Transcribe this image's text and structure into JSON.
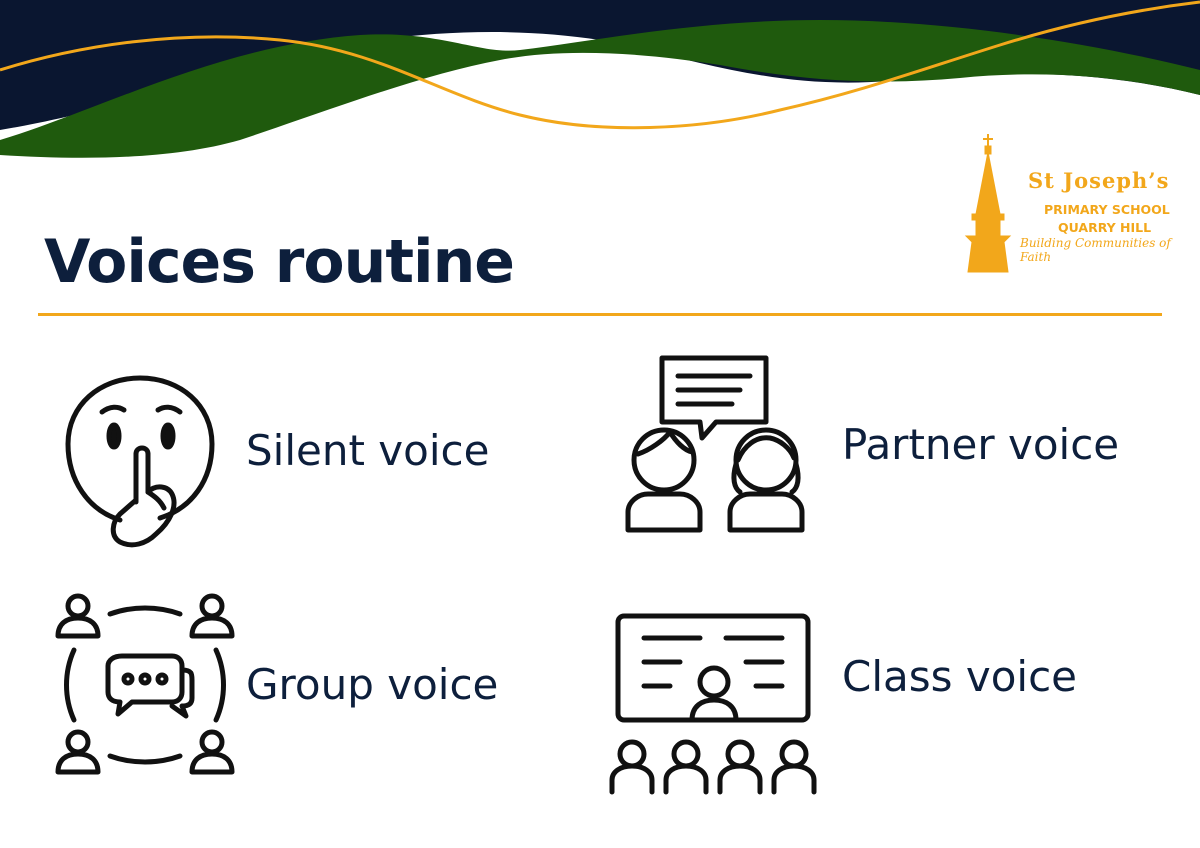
{
  "page": {
    "title": "Voices routine"
  },
  "school_logo": {
    "name": "St Joseph’s",
    "line2": "PRIMARY SCHOOL",
    "line3": "QUARRY HILL",
    "motto": "Building Communities of Faith"
  },
  "colors": {
    "navy": "#0d1f3c",
    "green": "#1f5a0d",
    "gold": "#f2a71b"
  },
  "voices": [
    {
      "label": "Silent voice",
      "icon": "shush-face-icon"
    },
    {
      "label": "Partner voice",
      "icon": "partners-talking-icon"
    },
    {
      "label": "Group voice",
      "icon": "group-discussion-icon"
    },
    {
      "label": "Class voice",
      "icon": "class-presentation-icon"
    }
  ]
}
